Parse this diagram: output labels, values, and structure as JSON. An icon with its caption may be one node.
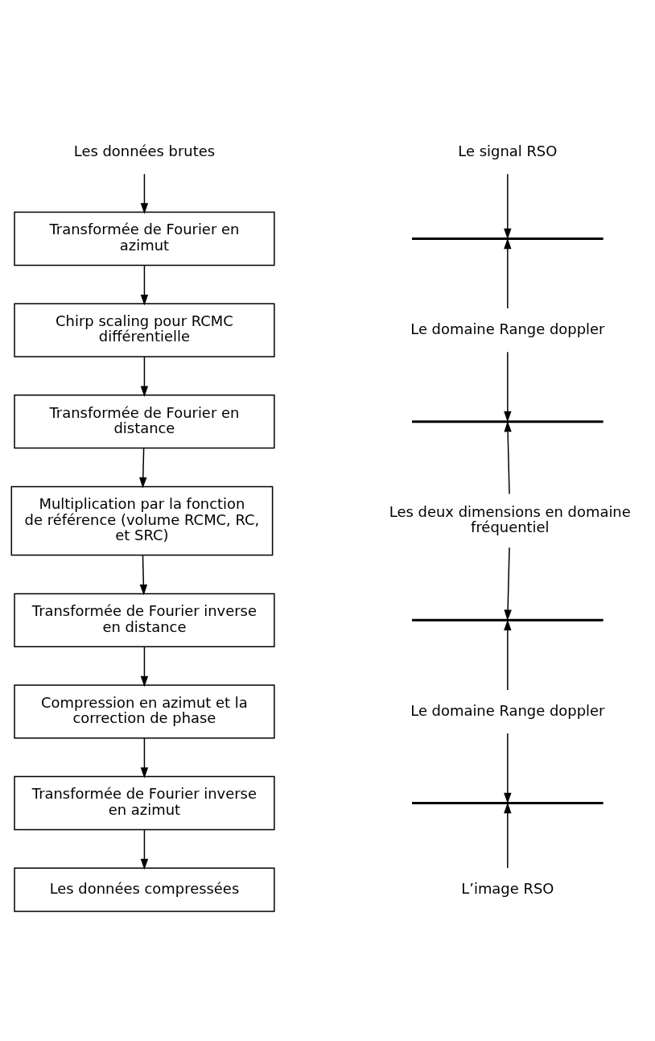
{
  "diagram": {
    "nodes": [
      {
        "text": [
          "Les données brutes"
        ]
      },
      {
        "text": [
          "Transformée de Fourier en azimut"
        ]
      },
      {
        "text": [
          "Chirp scaling pour RCMC différentielle"
        ]
      },
      {
        "text": [
          "Transformée de Fourier en distance"
        ]
      },
      {
        "text": [
          "Multiplication par la fonction de référence (volume RCMC, RC, et SRC)"
        ]
      },
      {
        "text": [
          "Transformée de Fourier inverse en distance"
        ]
      },
      {
        "text": [
          "Compression en azimut et la correction de phase"
        ]
      },
      {
        "text": [
          "Transformée de Fourier inverse en azimut"
        ]
      },
      {
        "text": [
          "Les données compressées"
        ]
      },
      {
        "text": [
          "Le signal RSO"
        ]
      },
      {
        "text": [],
        "shape": "bar"
      },
      {
        "text": [
          "Le domaine Range doppler"
        ]
      },
      {
        "text": [],
        "shape": "bar"
      },
      {
        "text": [
          "Les deux dimensions en domaine fréquentiel"
        ]
      },
      {
        "text": [],
        "shape": "bar"
      },
      {
        "text": [
          "Le domaine Range doppler"
        ]
      },
      {
        "text": [],
        "shape": "bar"
      },
      {
        "text": [
          "L’image RSO"
        ]
      }
    ],
    "edges": [
      {
        "from": 0,
        "to": 1,
        "arrow": "to"
      },
      {
        "from": 1,
        "to": 2,
        "arrow": "to"
      },
      {
        "from": 2,
        "to": 3,
        "arrow": "to"
      },
      {
        "from": 3,
        "to": 4,
        "arrow": "to"
      },
      {
        "from": 4,
        "to": 5,
        "arrow": "to"
      },
      {
        "from": 5,
        "to": 6,
        "arrow": "to"
      },
      {
        "from": 6,
        "to": 7,
        "arrow": "to"
      },
      {
        "from": 7,
        "to": 8,
        "arrow": "to"
      },
      {
        "from": 9,
        "to": 10,
        "arrow": "to"
      },
      {
        "from": 11,
        "to": 10,
        "arrow": "to"
      },
      {
        "from": 11,
        "to": 12,
        "arrow": "to"
      },
      {
        "from": 13,
        "to": 12,
        "arrow": "to"
      },
      {
        "from": 13,
        "to": 14,
        "arrow": "to"
      },
      {
        "from": 15,
        "to": 14,
        "arrow": "to"
      },
      {
        "from": 15,
        "to": 16,
        "arrow": "to"
      },
      {
        "from": 17,
        "to": 16,
        "arrow": "to"
      }
    ]
  }
}
